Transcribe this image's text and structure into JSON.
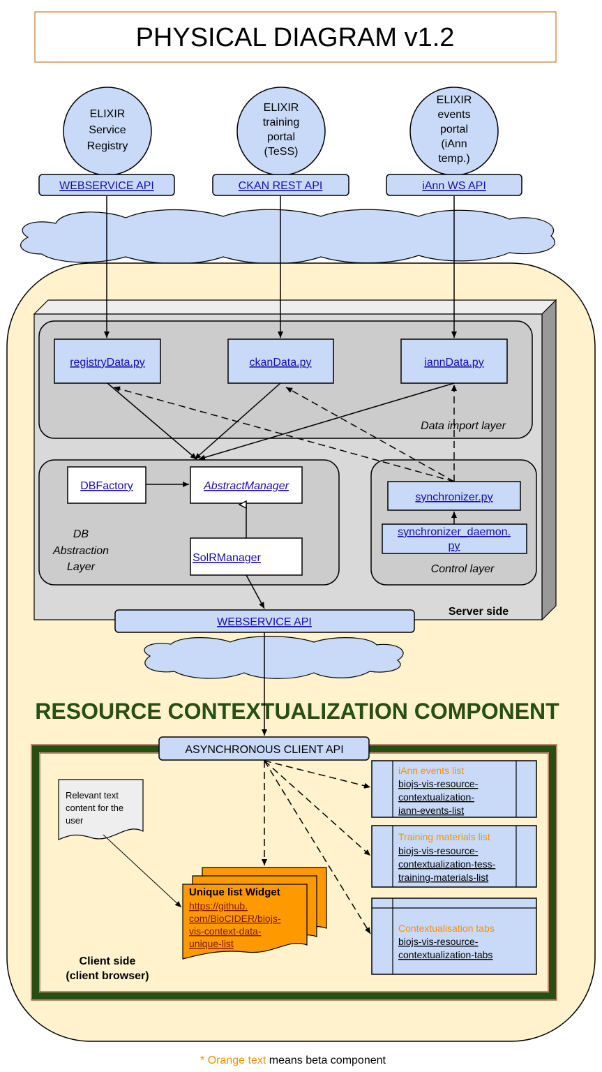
{
  "title": "PHYSICAL DIAGRAM v1.2",
  "sources": {
    "registry": [
      "ELIXIR",
      "Service",
      "Registry"
    ],
    "tess": [
      "ELIXIR",
      "training",
      "portal",
      "(TeSS)"
    ],
    "iann": [
      "ELIXIR",
      "events",
      "portal",
      "(iAnn",
      "temp.)"
    ]
  },
  "apis": {
    "webservice": "WEBSERVICE API",
    "ckan": "CKAN REST API",
    "iann_ws": "iAnn WS API"
  },
  "data_import": {
    "registry_file": "registryData.py",
    "ckan_file": "ckanData.py",
    "iann_file": "iannData.py",
    "layer_label": "Data import layer"
  },
  "db_layer": {
    "dbfactory": "DBFactory",
    "abstract_manager": "AbstractManager",
    "solr_manager": "SolRManager",
    "label_lines": [
      "DB",
      "Abstraction",
      "Layer"
    ]
  },
  "control_layer": {
    "synchronizer": "synchronizer.py",
    "daemon_lines": [
      "synchronizer_daemon.",
      "py"
    ],
    "label": "Control layer"
  },
  "server": {
    "label": "Server side",
    "webservice_api": "WEBSERVICE API"
  },
  "component_title": "RESOURCE CONTEXTUALIZATION  COMPONENT",
  "client": {
    "async_api": "ASYNCHRONOUS  CLIENT API",
    "note_lines": [
      "Relevant text",
      "content for the",
      "user"
    ],
    "widget_title": "Unique list Widget",
    "widget_link_lines": [
      "https://github.",
      "com/BioCIDER/biojs-",
      "vis-context-data-",
      "unique-list"
    ],
    "iann_list": {
      "title": "iAnn events list",
      "repo_lines": [
        "biojs-vis-resource-",
        "contextualization-",
        "iann-events-list"
      ]
    },
    "training_list": {
      "title": "Training materials list",
      "repo_lines": [
        "biojs-vis-resource-",
        "contextualization-tess-",
        "training-materials-list"
      ]
    },
    "tabs": {
      "title": "Contextualisation tabs",
      "repo_lines": [
        "biojs-vis-resource-",
        "contextualization-tabs"
      ]
    },
    "side_label_lines": [
      "Client side",
      "(client browser)"
    ]
  },
  "footnote": {
    "asterisk": "* ",
    "orange": "Orange text",
    "rest": " means beta component"
  },
  "colors": {
    "box_fill": "#c9daf8",
    "cream": "#fff2cc",
    "server_grey": "#d9d9d9",
    "layer_grey": "#cccccc",
    "component_green": "#274e13",
    "beta_orange": "#f29100",
    "widget_orange": "#ff9900",
    "title_border": "#b45f06"
  }
}
